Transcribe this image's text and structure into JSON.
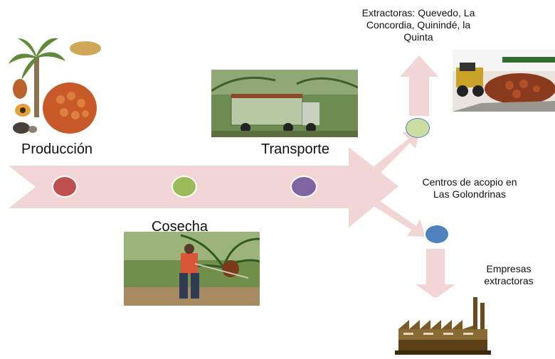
{
  "stages": {
    "produccion": "Producción",
    "cosecha": "Cosecha",
    "transporte": "Transporte"
  },
  "destinations": {
    "extractoras": "Extractoras: Quevedo, La Concordia, Quinindé, la Quinta",
    "centros": "Centros de acopio en Las Golondrinas",
    "empresas": "Empresas extractoras"
  },
  "colors": {
    "arrow": "#f2d5d5",
    "produccion_dot": "#c0504d",
    "cosecha_dot": "#9bbb59",
    "transporte_dot": "#8064a2",
    "extractoras_dot": "#c9dea0",
    "centros_dot": "#4f81bd"
  }
}
